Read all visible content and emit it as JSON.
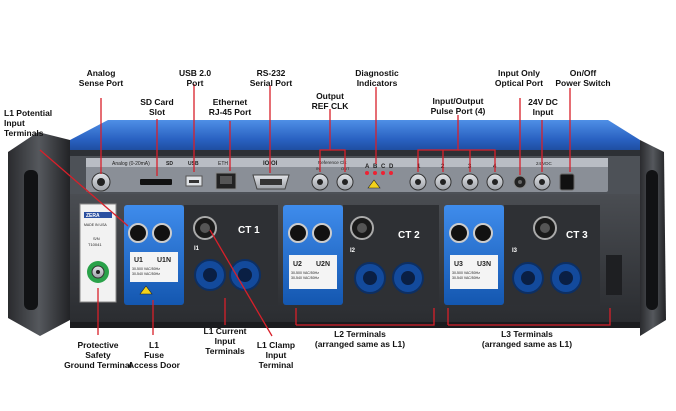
{
  "callouts": {
    "analog_sense": "Analog\nSense Port",
    "l1_potential": "L1 Potential\nInput\nTerminals",
    "sd_card": "SD Card\nSlot",
    "usb": "USB 2.0\nPort",
    "ethernet": "Ethernet\nRJ-45 Port",
    "rs232": "RS-232\nSerial Port",
    "output_ref": "Output\nREF CLK",
    "diagnostic": "Diagnostic\nIndicators",
    "io_pulse": "Input/Output\nPulse Port (4)",
    "optical": "Input Only\nOptical Port",
    "dc_input": "24V DC\nInput",
    "power": "On/Off\nPower Switch",
    "ground": "Protective\nSafety\nGround Terminal",
    "fuse": "L1\nFuse\nAccess Door",
    "l1_current": "L1 Current\nInput\nTerminals",
    "l1_clamp": "L1 Clamp\nInput\nTerminal",
    "l2_terms": "L2 Terminals\n(arranged same as L1)",
    "l3_terms": "L3 Terminals\n(arranged same as L1)"
  },
  "panel": {
    "analog_label": "Analog (0-20mA)",
    "sd_label": "SD",
    "usb_label": "USB",
    "ethernet_label": "ETH",
    "serial_label": "IOIOI",
    "refclk_label": "Reference Clk",
    "refclk_in": "IN",
    "refclk_out": "OUT",
    "diag_a": "A",
    "diag_b": "B",
    "diag_c": "C",
    "diag_d": "D",
    "port1": "1",
    "port2": "2",
    "port3": "3",
    "port4": "4",
    "dc_label": "24 VDC"
  },
  "phases": [
    {
      "ct": "CT 1",
      "u": "U1",
      "un": "U1N",
      "i": "I1",
      "rating1": "30-500 VAC/50Hz",
      "rating2": "30-540 VAC/50Hz"
    },
    {
      "ct": "CT 2",
      "u": "U2",
      "un": "U2N",
      "i": "I2",
      "rating1": "30-500 VAC/50Hz",
      "rating2": "30-540 VAC/50Hz"
    },
    {
      "ct": "CT 3",
      "u": "U3",
      "un": "U3N",
      "i": "I3",
      "rating1": "30-500 VAC/50Hz",
      "rating2": "30-540 VAC/50Hz"
    }
  ],
  "label_plate": {
    "brand": "ZERA",
    "made": "MADE IN USA",
    "sn_label": "S/N",
    "sn_value": "T10041"
  },
  "colors": {
    "chassis": "#3a3d42",
    "blue_top": "#1f5db8",
    "terminal_blue": "#1e6fd1",
    "callout_line": "#d8202a"
  }
}
